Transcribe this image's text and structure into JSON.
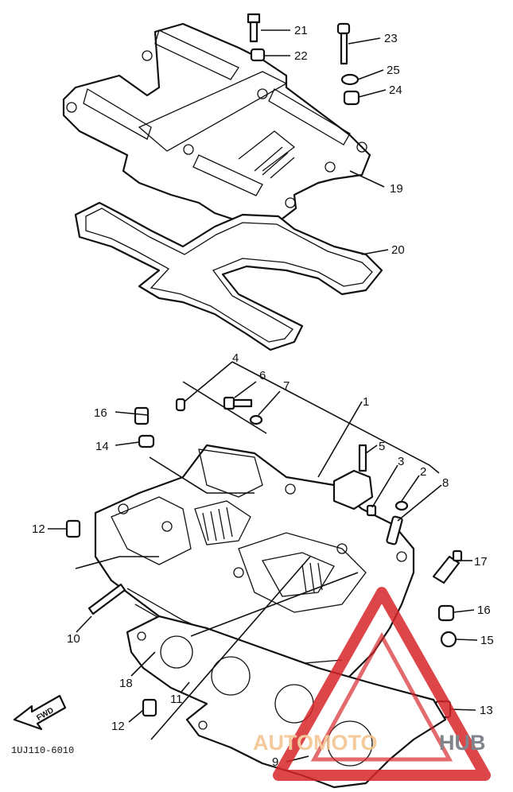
{
  "callouts": [
    {
      "id": "21",
      "text": "21"
    },
    {
      "id": "22",
      "text": "22"
    },
    {
      "id": "23",
      "text": "23"
    },
    {
      "id": "25",
      "text": "25"
    },
    {
      "id": "24",
      "text": "24"
    },
    {
      "id": "19",
      "text": "19"
    },
    {
      "id": "20",
      "text": "20"
    },
    {
      "id": "4",
      "text": "4"
    },
    {
      "id": "6",
      "text": "6"
    },
    {
      "id": "7",
      "text": "7"
    },
    {
      "id": "1",
      "text": "1"
    },
    {
      "id": "16a",
      "text": "16"
    },
    {
      "id": "14",
      "text": "14"
    },
    {
      "id": "5",
      "text": "5"
    },
    {
      "id": "3",
      "text": "3"
    },
    {
      "id": "2",
      "text": "2"
    },
    {
      "id": "8",
      "text": "8"
    },
    {
      "id": "12a",
      "text": "12"
    },
    {
      "id": "17",
      "text": "17"
    },
    {
      "id": "10",
      "text": "10"
    },
    {
      "id": "16b",
      "text": "16"
    },
    {
      "id": "15",
      "text": "15"
    },
    {
      "id": "18",
      "text": "18"
    },
    {
      "id": "11",
      "text": "11"
    },
    {
      "id": "13",
      "text": "13"
    },
    {
      "id": "12b",
      "text": "12"
    },
    {
      "id": "9",
      "text": "9"
    }
  ],
  "fwd_label": "FWD",
  "drawing_code": "1UJ110-6010",
  "watermark": {
    "part1": "AUTOMOTO",
    "part2": "HUB",
    "color1": "#f3c08a",
    "color2": "#6b6f78",
    "triangle_color": "#d6262a"
  }
}
